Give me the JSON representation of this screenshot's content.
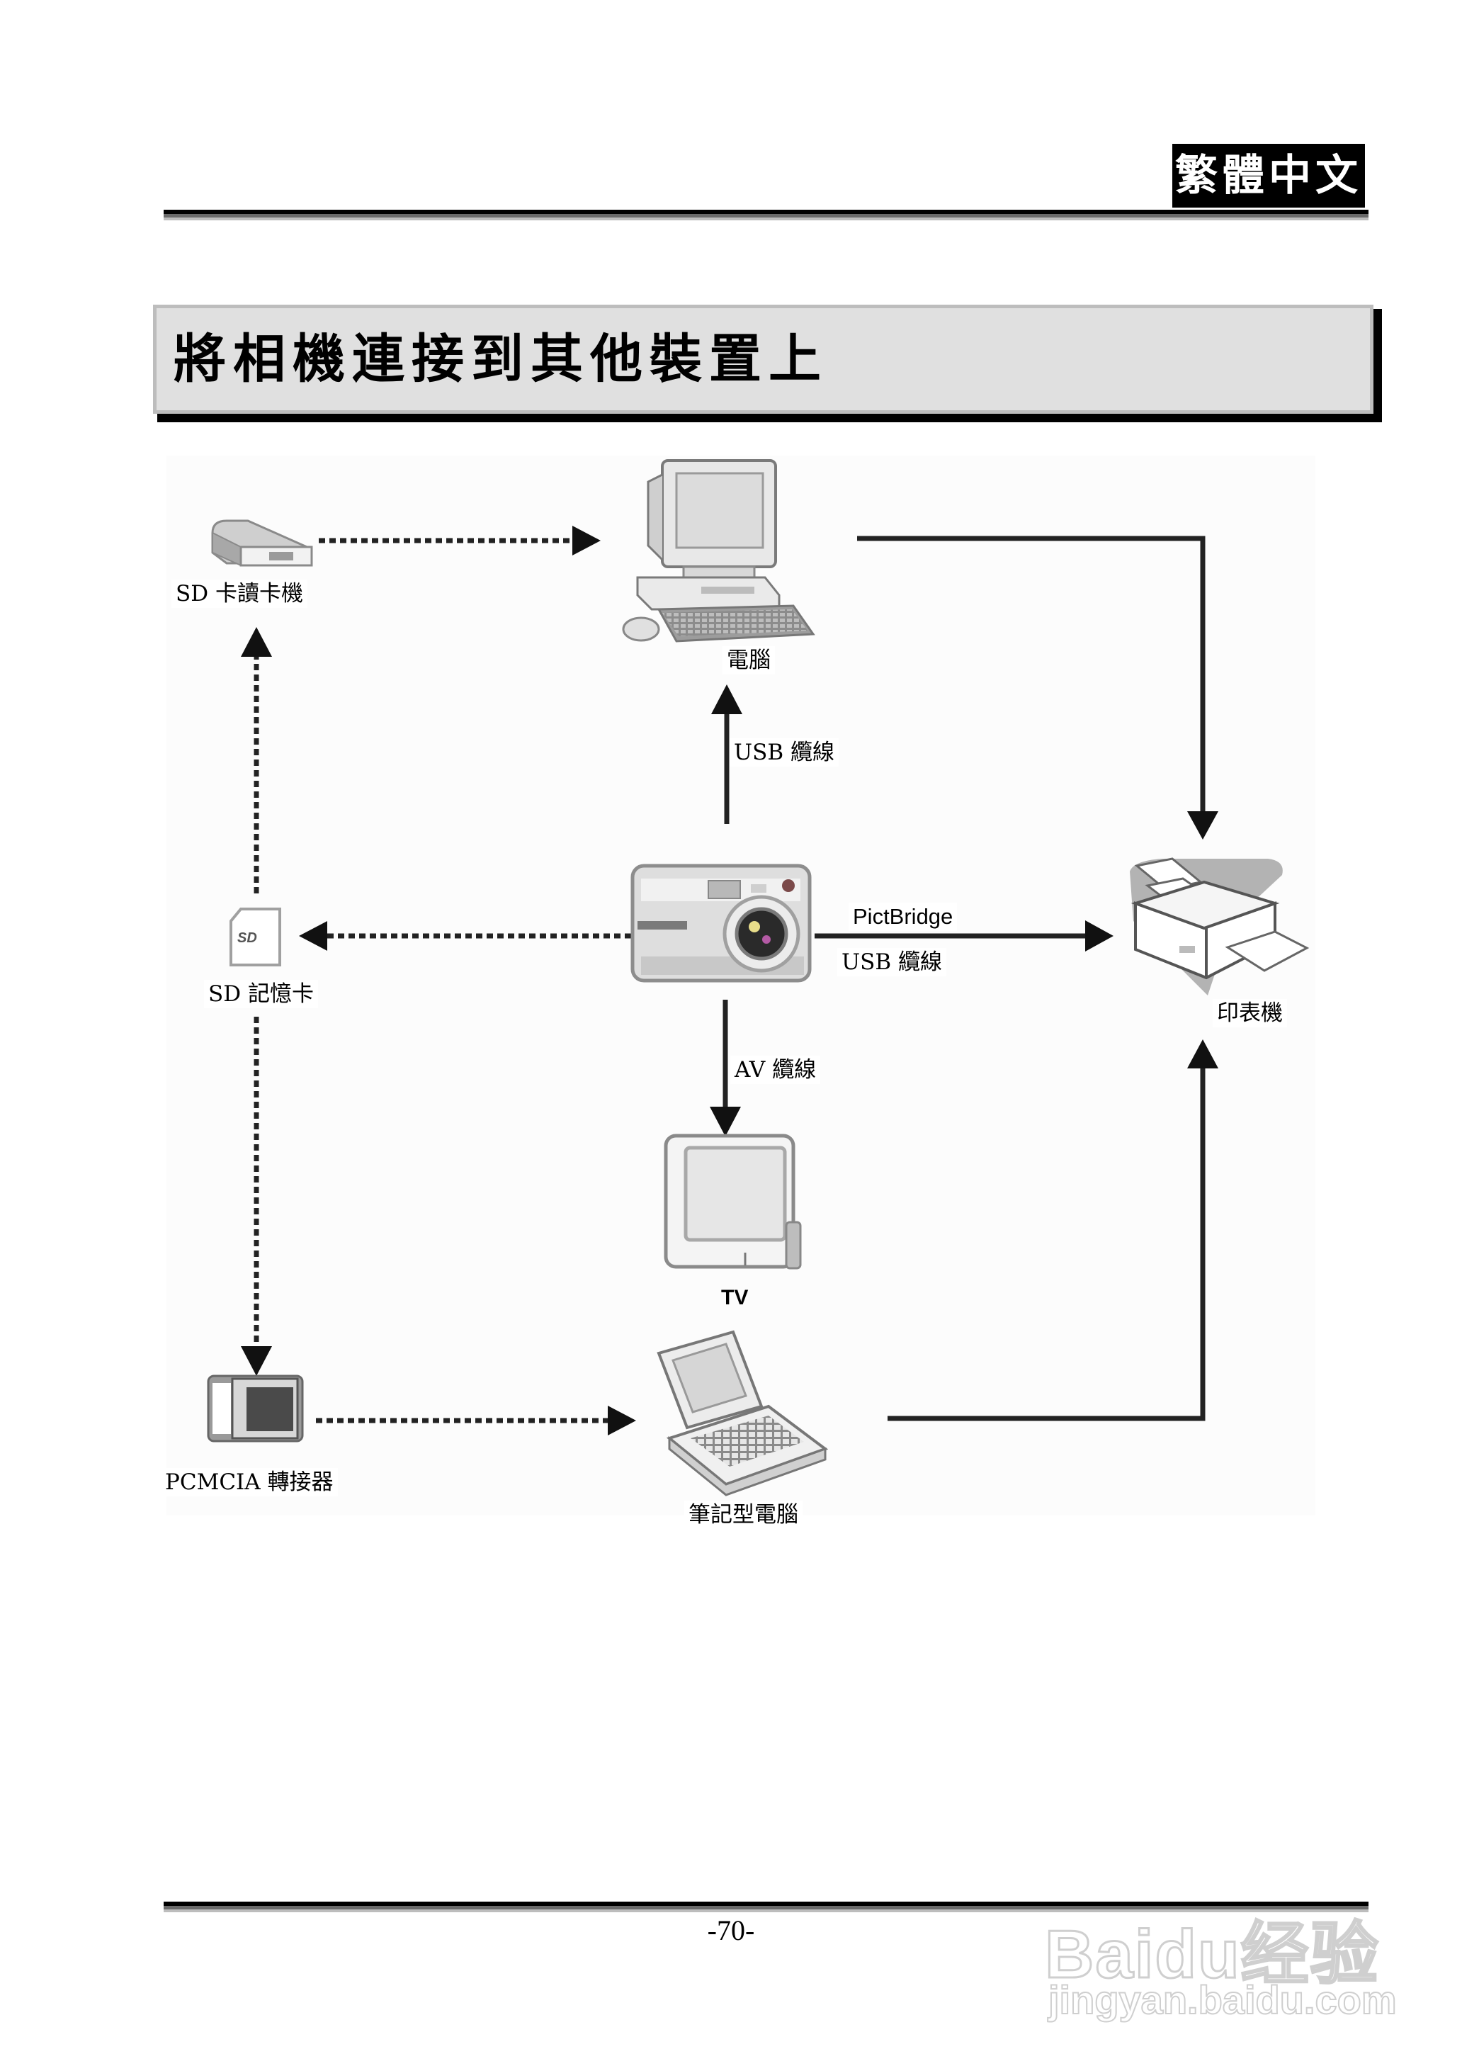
{
  "header": {
    "language_badge": "繁體中文"
  },
  "section": {
    "title": "將相機連接到其他裝置上"
  },
  "diagram": {
    "nodes": {
      "sd_reader": "SD 卡讀卡機",
      "computer": "電腦",
      "camera": "",
      "printer": "印表機",
      "sd_card": "SD 記憶卡",
      "tv": "TV",
      "pcmcia": "PCMCIA 轉接器",
      "laptop": "筆記型電腦"
    },
    "connections": {
      "camera_to_computer": "USB 纜線",
      "camera_to_printer_top": "PictBridge",
      "camera_to_printer_bottom": "USB 纜線",
      "camera_to_tv": "AV 纜線"
    },
    "colors": {
      "line": "#1a1a1a",
      "icon_grey": "#9e9e9e",
      "icon_light": "#e6e6e6",
      "printer_backdrop": "#b3b3b3"
    }
  },
  "footer": {
    "page_number": "-70-"
  },
  "watermark": {
    "brand": "Baidu经验",
    "url": "jingyan.baidu.com"
  }
}
